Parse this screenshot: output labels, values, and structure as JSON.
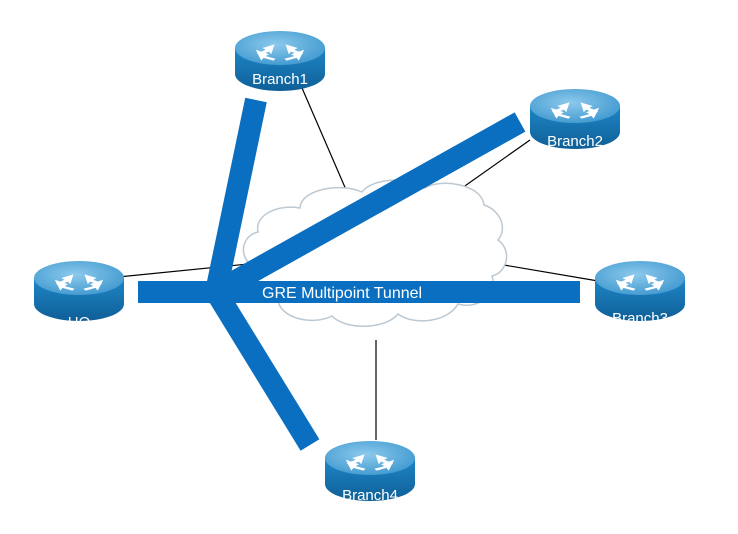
{
  "diagram": {
    "tunnel_label": "GRE Multipoint Tunnel",
    "routers": {
      "hq": "HQ",
      "branch1": "Branch1",
      "branch2": "Branch2",
      "branch3": "Branch3",
      "branch4": "Branch4"
    },
    "colors": {
      "tunnel": "#0a6fc0",
      "router_body": "#1a78b5",
      "router_top": "#5fb0dc",
      "cloud_stroke": "#b9c9d6",
      "link": "#000000"
    },
    "icons": {
      "router": "router-icon",
      "cloud": "cloud-icon"
    }
  }
}
